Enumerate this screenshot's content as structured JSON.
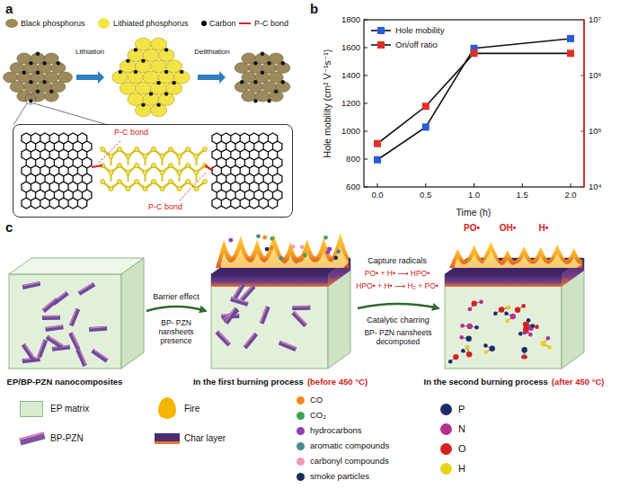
{
  "diagram": {
    "nodes": [
      {
        "text": [
          "P-C bond",
          "P-C bond"
        ]
      }
    ],
    "labels": [
      "a",
      "Lithiation",
      "Delithiation",
      "b",
      "Hole mobility (cm² V⁻¹s⁻¹)",
      "Time (h)",
      "600",
      "800",
      "1000",
      "1200",
      "1400",
      "1600",
      "1800",
      "0.0",
      "0.5",
      "1.0",
      "1.5",
      "2.0",
      "10⁴",
      "10⁵",
      "10⁶",
      "10⁷",
      "c",
      "Barrier effect",
      "BP- PZN nansheets presence",
      "Capture radicals",
      "PO• + H• ⟶ HPO•",
      "HPO• + H• ⟶ H₂ + PO•",
      "Catalytic charring",
      "BP- PZN nansheets decomposed",
      "PO•",
      "OH•",
      "H•",
      "EP/BP-PZN nanocomposites",
      "In the first burning process",
      "(before 450 °C)",
      "In the second burning process",
      "(after 450 °C)"
    ],
    "legend": [
      {
        "text": "Black phosphorus",
        "color": "#9c8a5c"
      },
      {
        "text": "Lithiated phosphorus",
        "color": "#f2e447"
      },
      {
        "text": "Carbon",
        "color": "#000000"
      },
      {
        "text": "P-C bond"
      },
      {
        "text": "Hole mobility"
      },
      {
        "text": "On/off ratio"
      },
      {
        "text": "EP matrix",
        "color": "#d8ecd0"
      },
      {
        "text": "BP-PZN",
        "color": "#7a55a0"
      },
      {
        "text": "Fire",
        "color": "#f7b500"
      },
      {
        "text": "Char layer",
        "color": "#4b2e6e"
      },
      {
        "text": "CO",
        "color": "#f08a24"
      },
      {
        "text": "CO₂",
        "color": "#3aa655"
      },
      {
        "text": "hydrocarbons",
        "color": "#8e3fb5"
      },
      {
        "text": "aromatic compounds",
        "color": "#4a8a8c"
      },
      {
        "text": "carbonyl compounds",
        "color": "#f29bb8"
      },
      {
        "text": "smoke particles",
        "color": "#1d2e5a"
      },
      {
        "text": "P",
        "color": "#1f2a6b"
      },
      {
        "text": "N",
        "color": "#b5308f"
      },
      {
        "text": "O",
        "color": "#d62020"
      },
      {
        "text": "H",
        "color": "#e8d21a"
      }
    ]
  }
}
